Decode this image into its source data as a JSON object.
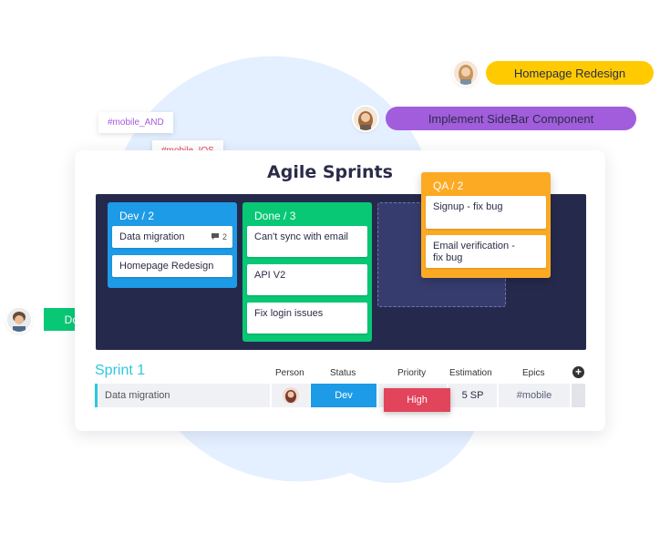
{
  "tags": {
    "mobile_and": "#mobile_AND",
    "mobile_ios": "#mobile_IOS"
  },
  "pills": {
    "homepage": "Homepage Redesign",
    "sidebar": "Implement SideBar Component"
  },
  "done_badge": "Done",
  "board": {
    "title": "Agile Sprints",
    "dev": {
      "header": "Dev / 2",
      "tasks": [
        "Data migration",
        "Homepage Redesign"
      ],
      "comment_count": "2"
    },
    "done": {
      "header": "Done / 3",
      "tasks": [
        "Can't sync with email",
        "API V2",
        "Fix login issues"
      ]
    },
    "qa": {
      "header": "QA / 2",
      "tasks": [
        "Signup - fix bug",
        "Email verification -\nfix bug"
      ]
    }
  },
  "table": {
    "group": "Sprint 1",
    "headers": [
      "Person",
      "Status",
      "Priority",
      "Estimation",
      "Epics"
    ],
    "row": {
      "item": "Data migration",
      "status": "Dev",
      "priority": "High",
      "estimation": "5 SP",
      "epic": "#mobile"
    }
  },
  "colors": {
    "dev": "#1e9be6",
    "done": "#08c875",
    "qa": "#fcaa24",
    "board": "#252a4d",
    "high": "#e2445c",
    "sidebar": "#a25ddc",
    "homepage": "#ffcb00",
    "sprint": "#2ec7de"
  }
}
